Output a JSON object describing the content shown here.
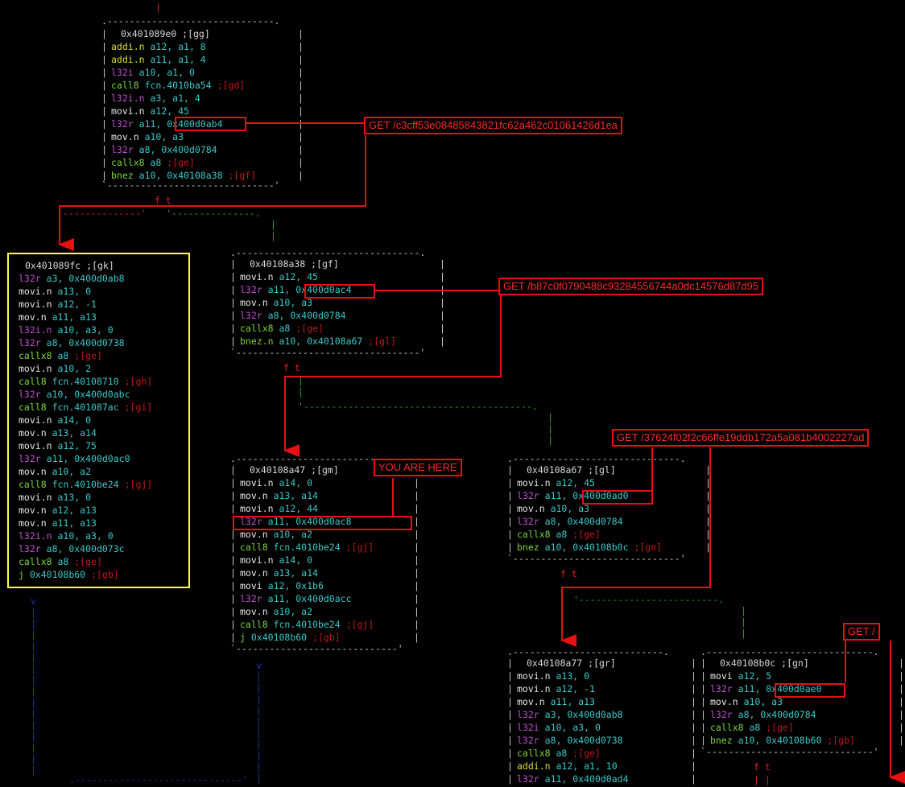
{
  "top_marker": "|",
  "blocks": [
    {
      "id": "gg",
      "header": "0x401089e0 ;[gg]",
      "lines": [
        {
          "m": "addi.n",
          "mc": "y",
          "ops": "a12, a1, 8",
          "c": ""
        },
        {
          "m": "addi.n",
          "mc": "y",
          "ops": "a11, a1, 4",
          "c": ""
        },
        {
          "m": "l32i",
          "mc": "m",
          "ops": "a10, a1, 0",
          "c": ""
        },
        {
          "m": "call8",
          "mc": "g",
          "ops": "fcn.4010ba54",
          "c": ";[gd]"
        },
        {
          "m": "l32i.n",
          "mc": "m",
          "ops": "a3, a1, 4",
          "c": ""
        },
        {
          "m": "movi.n",
          "mc": "",
          "ops": "a12, 45",
          "c": ""
        },
        {
          "m": "l32r",
          "mc": "m",
          "ops": "a11, 0x400d0ab4",
          "c": ""
        },
        {
          "m": "mov.n",
          "mc": "",
          "ops": "a10, a3",
          "c": ""
        },
        {
          "m": "l32r",
          "mc": "m",
          "ops": "a8, 0x400d0784",
          "c": ""
        },
        {
          "m": "callx8",
          "mc": "g",
          "ops": "a8",
          "c": ";[ge]"
        },
        {
          "m": "bnez",
          "mc": "g",
          "ops": "a10, 0x40108a38",
          "c": ";[gf]"
        }
      ]
    },
    {
      "id": "gk",
      "header": "0x401089fc ;[gk]",
      "lines": [
        {
          "m": "l32r",
          "mc": "m",
          "ops": "a3, 0x400d0ab8",
          "c": ""
        },
        {
          "m": "movi.n",
          "mc": "",
          "ops": "a13, 0",
          "c": ""
        },
        {
          "m": "movi.n",
          "mc": "",
          "ops": "a12, -1",
          "c": ""
        },
        {
          "m": "mov.n",
          "mc": "",
          "ops": "a11, a13",
          "c": ""
        },
        {
          "m": "l32i.n",
          "mc": "m",
          "ops": "a10, a3, 0",
          "c": ""
        },
        {
          "m": "l32r",
          "mc": "m",
          "ops": "a8, 0x400d0738",
          "c": ""
        },
        {
          "m": "callx8",
          "mc": "g",
          "ops": "a8",
          "c": ";[ge]"
        },
        {
          "m": "movi.n",
          "mc": "",
          "ops": "a10, 2",
          "c": ""
        },
        {
          "m": "call8",
          "mc": "g",
          "ops": "fcn.40108710",
          "c": ";[gh]"
        },
        {
          "m": "l32r",
          "mc": "m",
          "ops": "a10, 0x400d0abc",
          "c": ""
        },
        {
          "m": "call8",
          "mc": "g",
          "ops": "fcn.401087ac",
          "c": ";[gi]"
        },
        {
          "m": "movi.n",
          "mc": "",
          "ops": "a14, 0",
          "c": ""
        },
        {
          "m": "mov.n",
          "mc": "",
          "ops": "a13, a14",
          "c": ""
        },
        {
          "m": "movi.n",
          "mc": "",
          "ops": "a12, 75",
          "c": ""
        },
        {
          "m": "l32r",
          "mc": "m",
          "ops": "a11, 0x400d0ac0",
          "c": ""
        },
        {
          "m": "mov.n",
          "mc": "",
          "ops": "a10, a2",
          "c": ""
        },
        {
          "m": "call8",
          "mc": "g",
          "ops": "fcn.4010be24",
          "c": ";[gj]"
        },
        {
          "m": "movi.n",
          "mc": "",
          "ops": "a13, 0",
          "c": ""
        },
        {
          "m": "mov.n",
          "mc": "",
          "ops": "a12, a13",
          "c": ""
        },
        {
          "m": "mov.n",
          "mc": "",
          "ops": "a11, a13",
          "c": ""
        },
        {
          "m": "l32i.n",
          "mc": "m",
          "ops": "a10, a3, 0",
          "c": ""
        },
        {
          "m": "l32r",
          "mc": "m",
          "ops": "a8, 0x400d073c",
          "c": ""
        },
        {
          "m": "callx8",
          "mc": "g",
          "ops": "a8",
          "c": ";[ge]"
        },
        {
          "m": "j",
          "mc": "g",
          "ops": "0x40108b60",
          "c": ";[gb]"
        }
      ]
    },
    {
      "id": "gf",
      "header": "0x40108a38 ;[gf]",
      "lines": [
        {
          "m": "movi.n",
          "mc": "",
          "ops": "a12, 45",
          "c": ""
        },
        {
          "m": "l32r",
          "mc": "m",
          "ops": "a11, 0x400d0ac4",
          "c": ""
        },
        {
          "m": "mov.n",
          "mc": "",
          "ops": "a10, a3",
          "c": ""
        },
        {
          "m": "l32r",
          "mc": "m",
          "ops": "a8, 0x400d0784",
          "c": ""
        },
        {
          "m": "callx8",
          "mc": "g",
          "ops": "a8",
          "c": ";[ge]"
        },
        {
          "m": "bnez.n",
          "mc": "g",
          "ops": "a10, 0x40108a67",
          "c": ";[gl]"
        }
      ]
    },
    {
      "id": "gm",
      "header": "0x40108a47 ;[gm]",
      "lines": [
        {
          "m": "movi.n",
          "mc": "",
          "ops": "a14, 0",
          "c": ""
        },
        {
          "m": "mov.n",
          "mc": "",
          "ops": "a13, a14",
          "c": ""
        },
        {
          "m": "movi.n",
          "mc": "",
          "ops": "a12, 44",
          "c": ""
        },
        {
          "m": "l32r",
          "mc": "m",
          "ops": "a11, 0x400d0ac8",
          "c": ""
        },
        {
          "m": "mov.n",
          "mc": "",
          "ops": "a10, a2",
          "c": ""
        },
        {
          "m": "call8",
          "mc": "g",
          "ops": "fcn.4010be24",
          "c": ";[gj]"
        },
        {
          "m": "movi.n",
          "mc": "",
          "ops": "a14, 0",
          "c": ""
        },
        {
          "m": "mov.n",
          "mc": "",
          "ops": "a13, a14",
          "c": ""
        },
        {
          "m": "movi",
          "mc": "",
          "ops": "a12, 0x1b6",
          "c": ""
        },
        {
          "m": "l32r",
          "mc": "m",
          "ops": "a11, 0x400d0acc",
          "c": ""
        },
        {
          "m": "mov.n",
          "mc": "",
          "ops": "a10, a2",
          "c": ""
        },
        {
          "m": "call8",
          "mc": "g",
          "ops": "fcn.4010be24",
          "c": ";[gj]"
        },
        {
          "m": "j",
          "mc": "g",
          "ops": "0x40108b60",
          "c": ";[gb]"
        }
      ]
    },
    {
      "id": "gl",
      "header": "0x40108a67 ;[gl]",
      "lines": [
        {
          "m": "movi.n",
          "mc": "",
          "ops": "a12, 45",
          "c": ""
        },
        {
          "m": "l32r",
          "mc": "m",
          "ops": "a11, 0x400d0ad0",
          "c": ""
        },
        {
          "m": "mov.n",
          "mc": "",
          "ops": "a10, a3",
          "c": ""
        },
        {
          "m": "l32r",
          "mc": "m",
          "ops": "a8, 0x400d0784",
          "c": ""
        },
        {
          "m": "callx8",
          "mc": "g",
          "ops": "a8",
          "c": ";[ge]"
        },
        {
          "m": "bnez",
          "mc": "g",
          "ops": "a10, 0x40108b0c",
          "c": ";[gn]"
        }
      ]
    },
    {
      "id": "gr",
      "header": "0x40108a77 ;[gr]",
      "lines": [
        {
          "m": "movi.n",
          "mc": "",
          "ops": "a13, 0",
          "c": ""
        },
        {
          "m": "movi.n",
          "mc": "",
          "ops": "a12, -1",
          "c": ""
        },
        {
          "m": "mov.n",
          "mc": "",
          "ops": "a11, a13",
          "c": ""
        },
        {
          "m": "l32r",
          "mc": "m",
          "ops": "a3, 0x400d0ab8",
          "c": ""
        },
        {
          "m": "l32i",
          "mc": "m",
          "ops": "a10, a3, 0",
          "c": ""
        },
        {
          "m": "l32r",
          "mc": "m",
          "ops": "a8, 0x400d0738",
          "c": ""
        },
        {
          "m": "callx8",
          "mc": "g",
          "ops": "a8",
          "c": ";[ge]"
        },
        {
          "m": "addi.n",
          "mc": "y",
          "ops": "a12, a1, 10",
          "c": ""
        },
        {
          "m": "l32r",
          "mc": "m",
          "ops": "a11, 0x400d0ad4",
          "c": ""
        }
      ]
    },
    {
      "id": "gn",
      "header": "0x40108b0c ;[gn]",
      "lines": [
        {
          "m": "movi",
          "mc": "",
          "ops": "a12, 5",
          "c": ""
        },
        {
          "m": "l32r",
          "mc": "m",
          "ops": "a11, 0x400d0ae0",
          "c": ""
        },
        {
          "m": "mov.n",
          "mc": "",
          "ops": "a10, a3",
          "c": ""
        },
        {
          "m": "l32r",
          "mc": "m",
          "ops": "a8, 0x400d0784",
          "c": ""
        },
        {
          "m": "callx8",
          "mc": "g",
          "ops": "a8",
          "c": ";[ge]"
        },
        {
          "m": "bnez",
          "mc": "g",
          "ops": "a10, 0x40108b60",
          "c": ";[gb]"
        }
      ]
    }
  ],
  "annotations": {
    "get1": "GET /c3cff53e08485843821fc62a462c01061426d1ea",
    "get2": "GET /b87c0f0790488c93284556744a0dc14576d87d95",
    "get3": "GET /37624f02f2c66ffe19ddb172a5a081b4002227ad",
    "get4": "GET /",
    "you_are_here": "YOU ARE HERE"
  },
  "branch_labels": {
    "gg": "f t",
    "gf": "f t",
    "gl": "f t",
    "gn": "f t"
  },
  "colors": {
    "background": "#000000",
    "annotation_red": "#e81010",
    "selected_block_border": "#ffff40",
    "true_edge": "#22a022",
    "false_edge": "#e02020",
    "jump_edge": "#2233aa"
  }
}
